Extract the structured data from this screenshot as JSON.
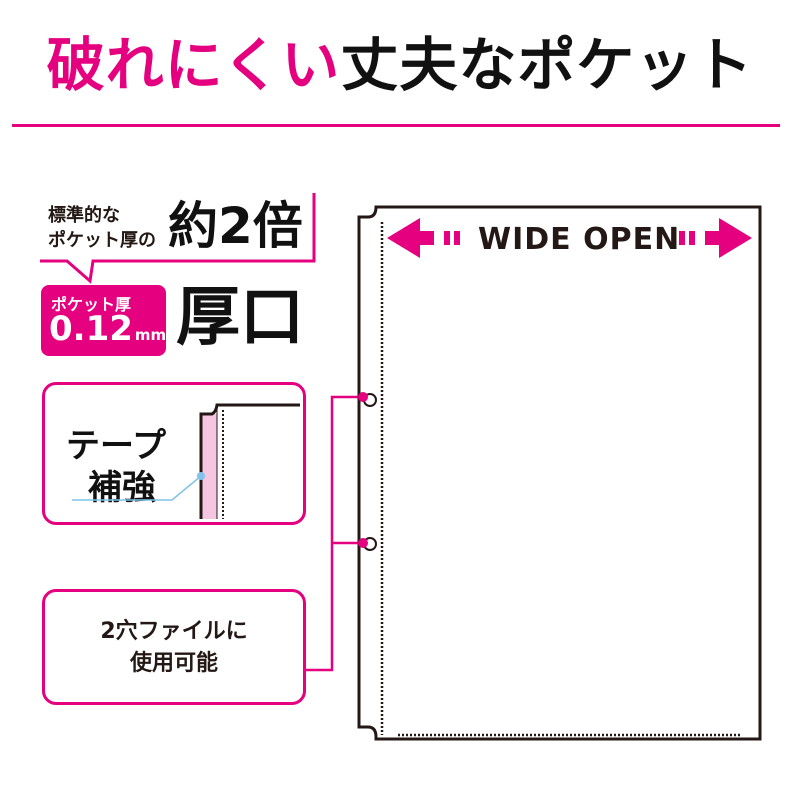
{
  "header": {
    "title_highlight": "破れにくい",
    "title_rest": "丈夫なポケット"
  },
  "callout": {
    "line1": "標準的な",
    "line2": "ポケット厚の",
    "emphasis": "約2倍"
  },
  "thickness_badge": {
    "label": "ポケット厚",
    "value": "0.12",
    "unit": "mm"
  },
  "thickness_label": "厚口",
  "feature_tape": {
    "line1": "テープ",
    "line2": "補強"
  },
  "feature_holes": {
    "line1": "2穴ファイルに",
    "line2": "使用可能"
  },
  "pocket": {
    "banner": "WIDE OPEN",
    "left_arrow_icon": "arrow-left-icon",
    "right_arrow_icon": "arrow-right-icon"
  },
  "colors": {
    "accent": "#E4007F",
    "text": "#231815",
    "tape": "#F5C6E0",
    "pointer": "#7FC3EA"
  }
}
